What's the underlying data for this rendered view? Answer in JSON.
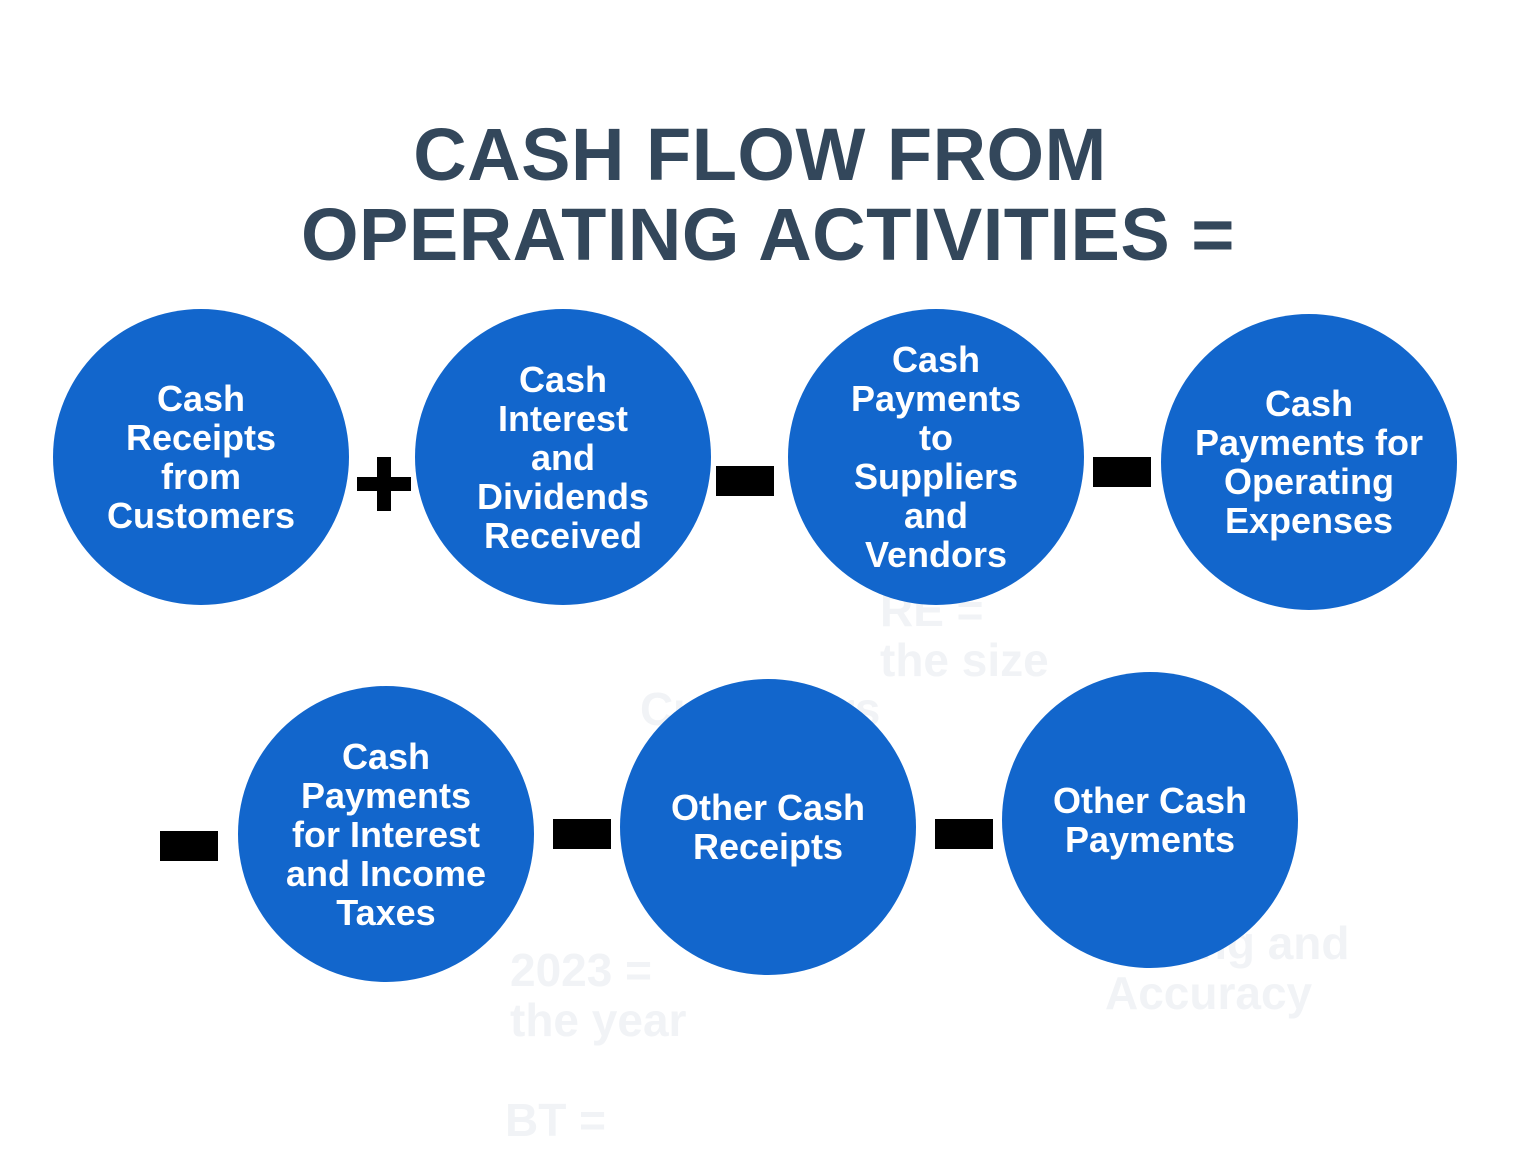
{
  "title": {
    "line1": "CASH FLOW FROM",
    "line2": "OPERATING ACTIVITIES ="
  },
  "colors": {
    "title": "#33475b",
    "circle_fill": "#1266cc",
    "circle_text": "#ffffff",
    "operator": "#000000",
    "background": "#ffffff"
  },
  "row1": [
    {
      "label": "Cash\nReceipts\nfrom\nCustomers"
    },
    {
      "operator": "+"
    },
    {
      "label": "Cash\nInterest\nand\nDividends\nReceived"
    },
    {
      "operator": "-"
    },
    {
      "label": "Cash\nPayments\nto\nSuppliers\nand\nVendors"
    },
    {
      "operator": "-"
    },
    {
      "label": "Cash\nPayments for\nOperating\nExpenses"
    }
  ],
  "row2": [
    {
      "operator": "-"
    },
    {
      "label": "Cash\nPayments\nfor Interest\nand Income\nTaxes"
    },
    {
      "operator": "-"
    },
    {
      "label": "Other Cash\nReceipts"
    },
    {
      "operator": "-"
    },
    {
      "label": "Other Cash\nPayments"
    }
  ],
  "watermark": {
    "a": "RE =\nthe size",
    "b": "Customers",
    "c": "2023 =\nthe year",
    "d": "BT =",
    "e": "Timing and\nAccuracy"
  }
}
